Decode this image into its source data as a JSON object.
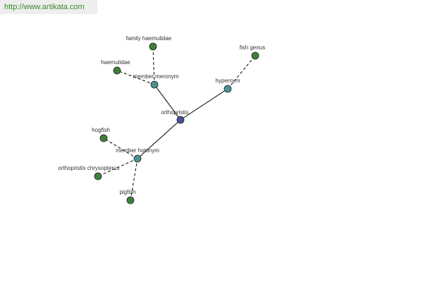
{
  "source_url": "http://www.artikata.com",
  "colors": {
    "center_node": "#4a4f9a",
    "relation_node": "#4a9494",
    "leaf_node": "#3f7f3a",
    "node_stroke": "#222222",
    "edge": "#000000"
  },
  "nodes": {
    "center": "orthopristis",
    "member_meronym": "member meronym",
    "family_haemulidae": "family haemulidae",
    "haemulidae": "haemulidae",
    "hypernym": "hypernym",
    "fish_genus": "fish genus",
    "member_holonym": "member holonym",
    "hogfish": "hogfish",
    "orthopristis_chrysopterus": "orthopristis chrysopterus",
    "pigfish": "pigfish"
  }
}
